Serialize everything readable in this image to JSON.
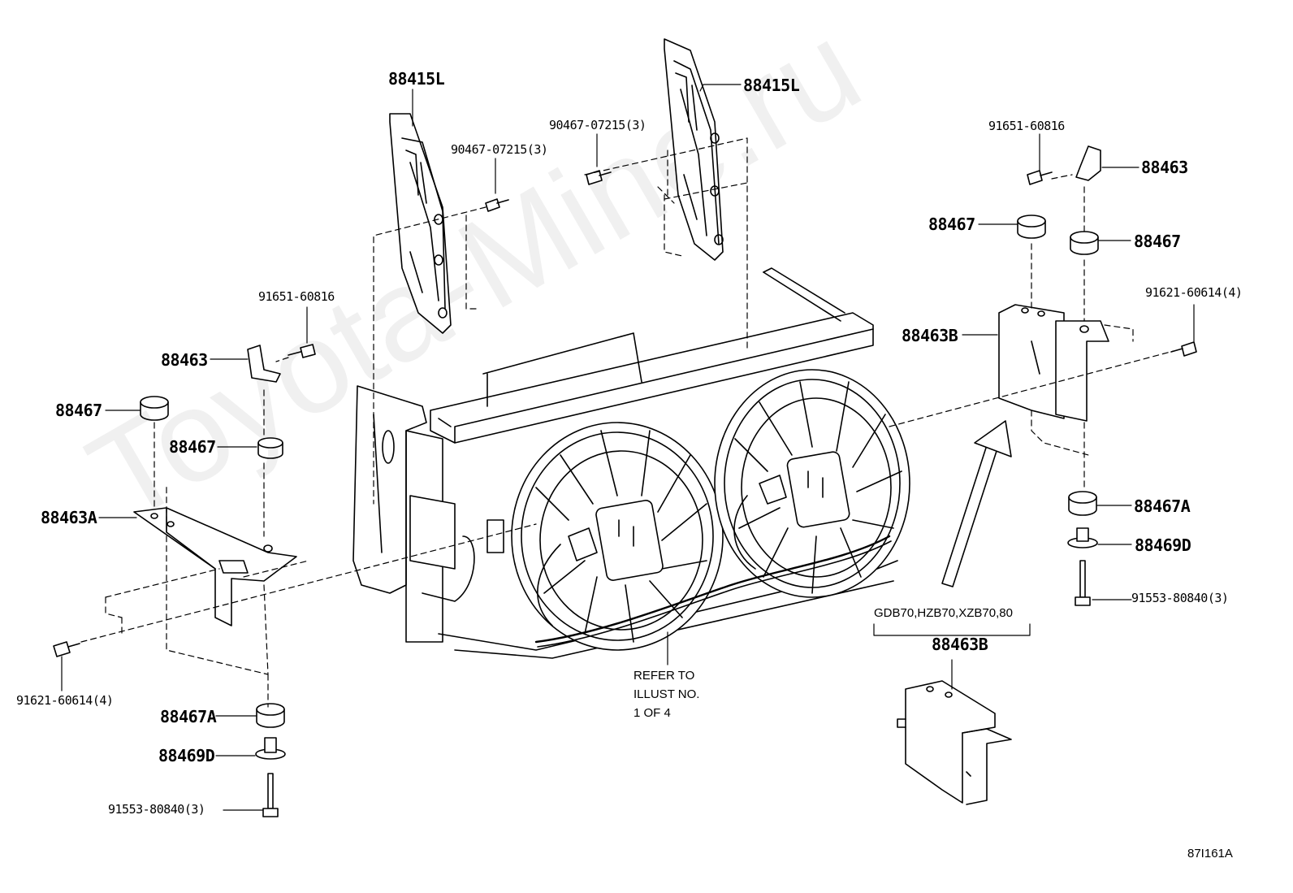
{
  "watermark": "Toyota-Mine.ru",
  "callouts": {
    "p88415L_left": "88415L",
    "p88415L_right": "88415L",
    "p90467_left": "90467-07215(3)",
    "p90467_right": "90467-07215(3)",
    "p91651_left": "91651-60816",
    "p91651_right": "91651-60816",
    "p88463_left": "88463",
    "p88463_right": "88463",
    "p88467_left_top": "88467",
    "p88467_left_mid": "88467",
    "p88467_right_top": "88467",
    "p88467_right_mid": "88467",
    "p88463A": "88463A",
    "p88463B_upper": "88463B",
    "p88463B_lower": "88463B",
    "p91621_left": "91621-60614(4)",
    "p91621_right": "91621-60614(4)",
    "p88467A_left": "88467A",
    "p88467A_right": "88467A",
    "p88469D_left": "88469D",
    "p88469D_right": "88469D",
    "p91553_left": "91553-80840(3)",
    "p91553_right": "91553-80840(3)"
  },
  "variant_note": "GDB70,HZB70,XZB70,80",
  "refer_note": [
    "REFER TO",
    "ILLUST NO.",
    "1 OF 4"
  ],
  "illustration_id": "87I161A"
}
